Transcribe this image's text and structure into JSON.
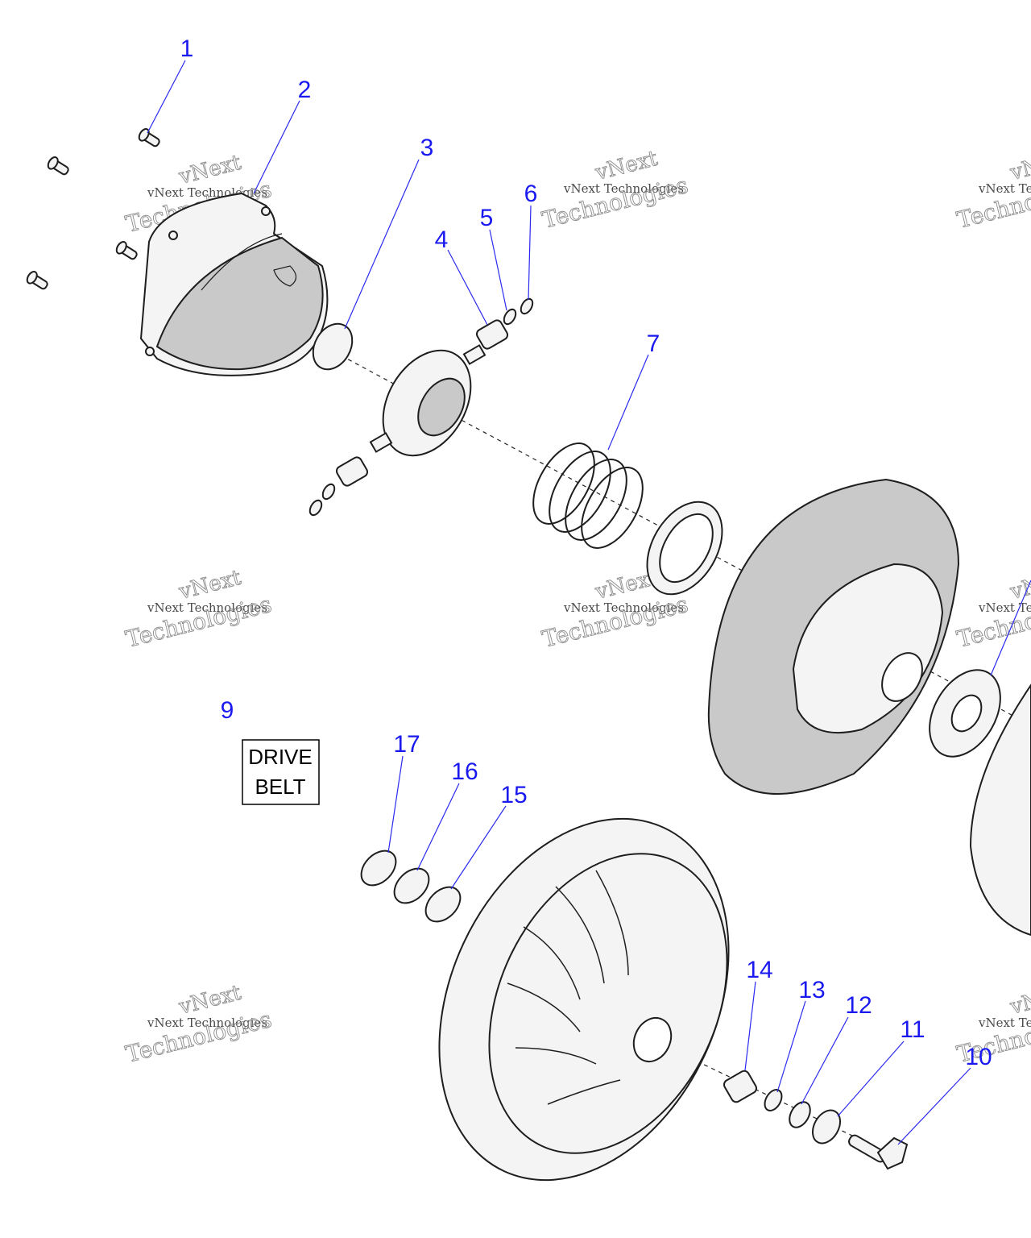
{
  "callouts": [
    {
      "id": "1",
      "label": "1"
    },
    {
      "id": "2",
      "label": "2"
    },
    {
      "id": "3",
      "label": "3"
    },
    {
      "id": "4",
      "label": "4"
    },
    {
      "id": "5",
      "label": "5"
    },
    {
      "id": "6",
      "label": "6"
    },
    {
      "id": "7",
      "label": "7"
    },
    {
      "id": "9",
      "label": "9"
    },
    {
      "id": "10",
      "label": "10"
    },
    {
      "id": "11",
      "label": "11"
    },
    {
      "id": "12",
      "label": "12"
    },
    {
      "id": "13",
      "label": "13"
    },
    {
      "id": "14",
      "label": "14"
    },
    {
      "id": "15",
      "label": "15"
    },
    {
      "id": "16",
      "label": "16"
    },
    {
      "id": "17",
      "label": "17"
    }
  ],
  "belt_box": {
    "line1": "DRIVE",
    "line2": "BELT"
  },
  "watermark": {
    "big_top": "vNext",
    "big_bottom": "Technologies",
    "small": "vNext Technologies"
  },
  "colors": {
    "callout": "#1a1af0",
    "line": "#1e1e1e",
    "watermark": "#8c8c8c"
  }
}
